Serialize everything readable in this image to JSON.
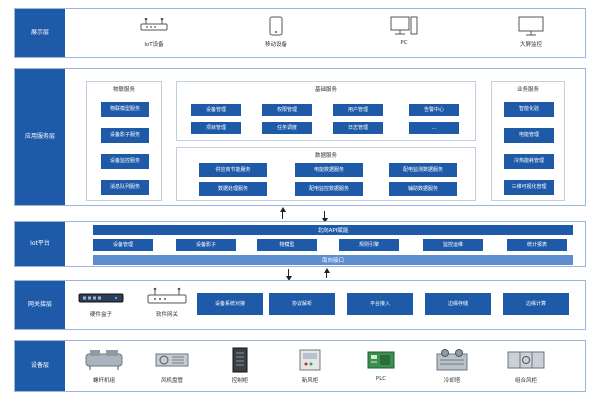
{
  "display_layer": {
    "label": "展示层",
    "devices": [
      {
        "label": "IoT设备",
        "icon": "router-icon"
      },
      {
        "label": "移动设备",
        "icon": "tablet-icon"
      },
      {
        "label": "PC",
        "icon": "pc-icon"
      },
      {
        "label": "大屏监控",
        "icon": "monitor-icon"
      }
    ]
  },
  "application_layer": {
    "label": "应用服务层",
    "iot_services": {
      "title": "物联服务",
      "items": [
        "物联模型服务",
        "设备影子服务",
        "设备监控服务",
        "消息队列服务"
      ]
    },
    "basic_services": {
      "title": "基础服务",
      "row1": [
        "设备管理",
        "权限管理",
        "用户管理",
        "告警中心"
      ],
      "row2": [
        "项目管理",
        "任务调度",
        "日志管理",
        "..."
      ]
    },
    "data_services": {
      "title": "数据服务",
      "items": [
        "供应商节能服务",
        "电能数据服务",
        "配电监测数据服务",
        "数据处理服务",
        "配电监控数据服务",
        "辅助数据服务"
      ]
    },
    "business_services": {
      "title": "业务服务",
      "items": [
        "智能化验",
        "电能管理",
        "冷热能耗管理",
        "三维可视化管理"
      ]
    }
  },
  "iot_platform": {
    "label": "Iot平台",
    "north_api": "北向API赋能",
    "modules": [
      "设备管理",
      "设备影子",
      "物模型",
      "规则引擎",
      "监控运维",
      "统计报表"
    ],
    "south_interface": "南向接口"
  },
  "gateway_layer": {
    "label": "网关接层",
    "hardware_box": "硬件盒子",
    "software_gateway": "软件网关",
    "functions": [
      "设备系统对接",
      "协议解析",
      "平台接入",
      "边缘存储",
      "边缘计算"
    ]
  },
  "device_layer": {
    "label": "设备层",
    "devices": [
      "螺杆机组",
      "风机盘管",
      "控制柜",
      "新风柜",
      "PLC",
      "冷却塔",
      "组合风柜"
    ]
  },
  "colors": {
    "primary": "#1e5aa8",
    "border": "#9bb6dc"
  }
}
